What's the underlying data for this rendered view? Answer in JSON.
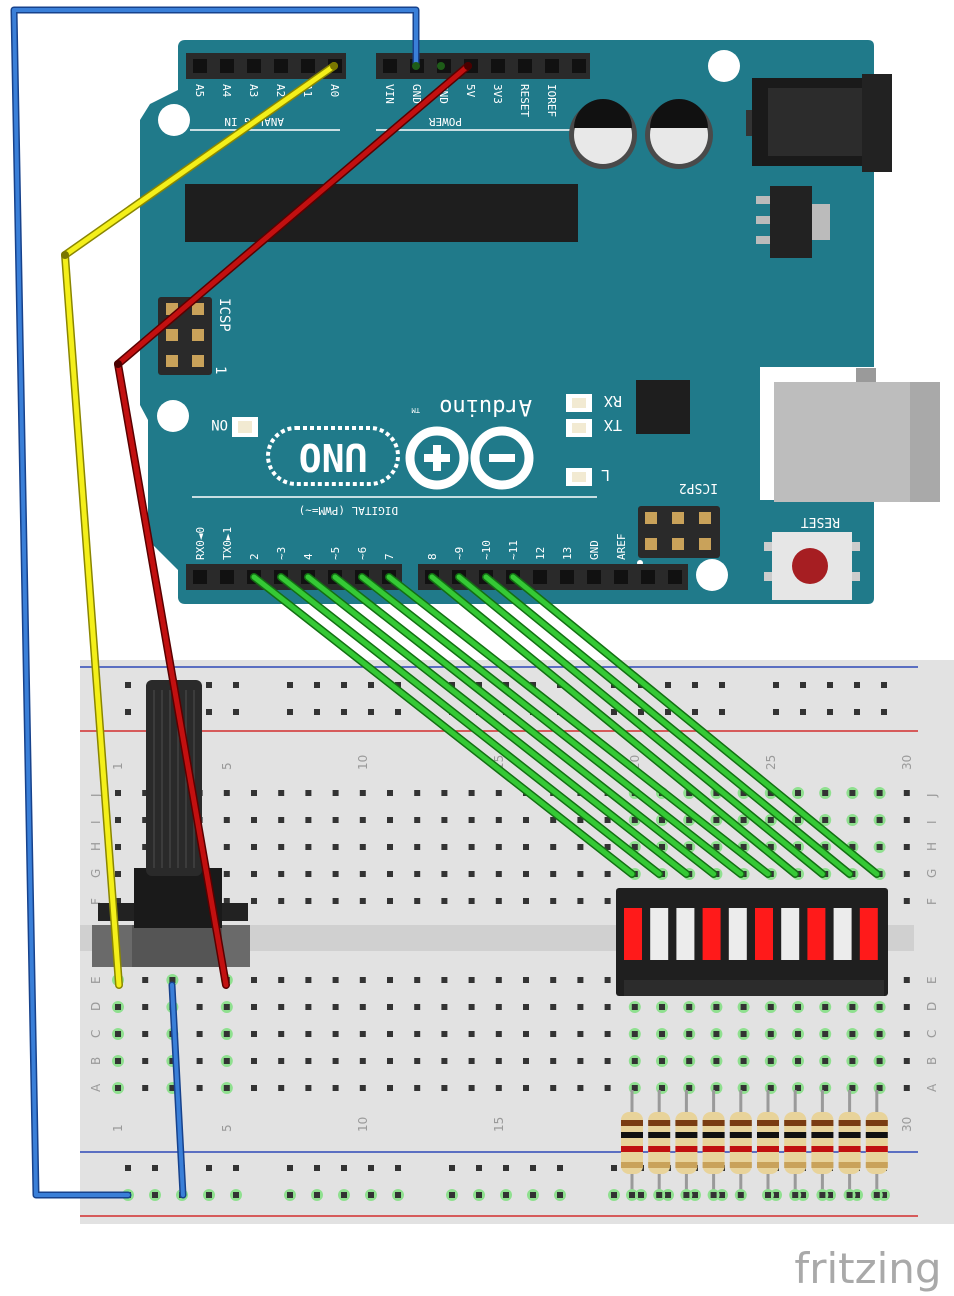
{
  "board": {
    "name": "Arduino",
    "tm": "TM",
    "model": "UNO",
    "analog_header": "ANALOG IN",
    "power_header": "POWER",
    "digital_header": "DIGITAL (PWM=~)",
    "icsp": "ICSP",
    "icsp2": "ICSP2",
    "icsp_pin1": "1",
    "on_label": "ON",
    "rx": "RX",
    "tx": "TX",
    "l_led": "L",
    "reset": "RESET",
    "analog_pins": [
      "A5",
      "A4",
      "A3",
      "A2",
      "A1",
      "A0"
    ],
    "power_pins": [
      "VIN",
      "GND",
      "GND",
      "5V",
      "3V3",
      "RESET",
      "IOREF"
    ],
    "digital_pins_low": [
      "RX0◄0",
      "TX0►1",
      "2",
      "~3",
      "4",
      "~5",
      "~6",
      "7"
    ],
    "digital_pins_high": [
      "8",
      "~9",
      "~10",
      "~11",
      "12",
      "13",
      "GND",
      "AREF"
    ]
  },
  "breadboard": {
    "col_numbers": [
      "1",
      "5",
      "10",
      "15",
      "20",
      "25",
      "30"
    ],
    "rows_top": [
      "J",
      "I",
      "H",
      "G",
      "F"
    ],
    "rows_bottom": [
      "E",
      "D",
      "C",
      "B",
      "A"
    ]
  },
  "components": [
    "potentiometer",
    "10-segment LED bar graph",
    "10 resistors"
  ],
  "wires": [
    {
      "from": "A0",
      "to": "potentiometer wiper",
      "color": "#f2ee00"
    },
    {
      "from": "5V",
      "to": "potentiometer",
      "color": "#c00000"
    },
    {
      "from": "GND",
      "to": "breadboard ground rail",
      "color": "#2f6fce"
    },
    {
      "from": "digital pins 2-11",
      "to": "LED bar graph",
      "color": "#2bc42b"
    }
  ],
  "footer": {
    "logo": "fritzing"
  }
}
